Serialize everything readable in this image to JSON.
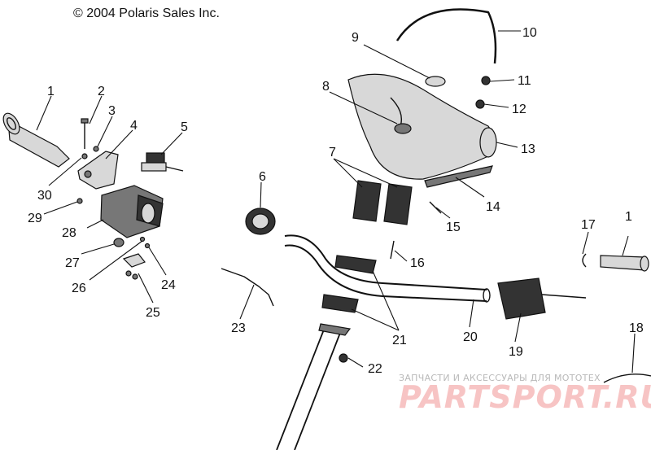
{
  "copyright": "© 2004 Polaris Sales Inc.",
  "watermark": {
    "top": "ЗАПЧАСТИ И АКСЕССУАРЫ ДЛЯ МОТОТЕХ",
    "logo": "PARTSPORT.RU"
  },
  "callouts": [
    "1",
    "2",
    "3",
    "4",
    "5",
    "6",
    "7",
    "8",
    "9",
    "10",
    "11",
    "12",
    "13",
    "14",
    "15",
    "16",
    "17",
    "1",
    "18",
    "19",
    "20",
    "21",
    "22",
    "23",
    "24",
    "25",
    "26",
    "27",
    "28",
    "29",
    "30"
  ]
}
